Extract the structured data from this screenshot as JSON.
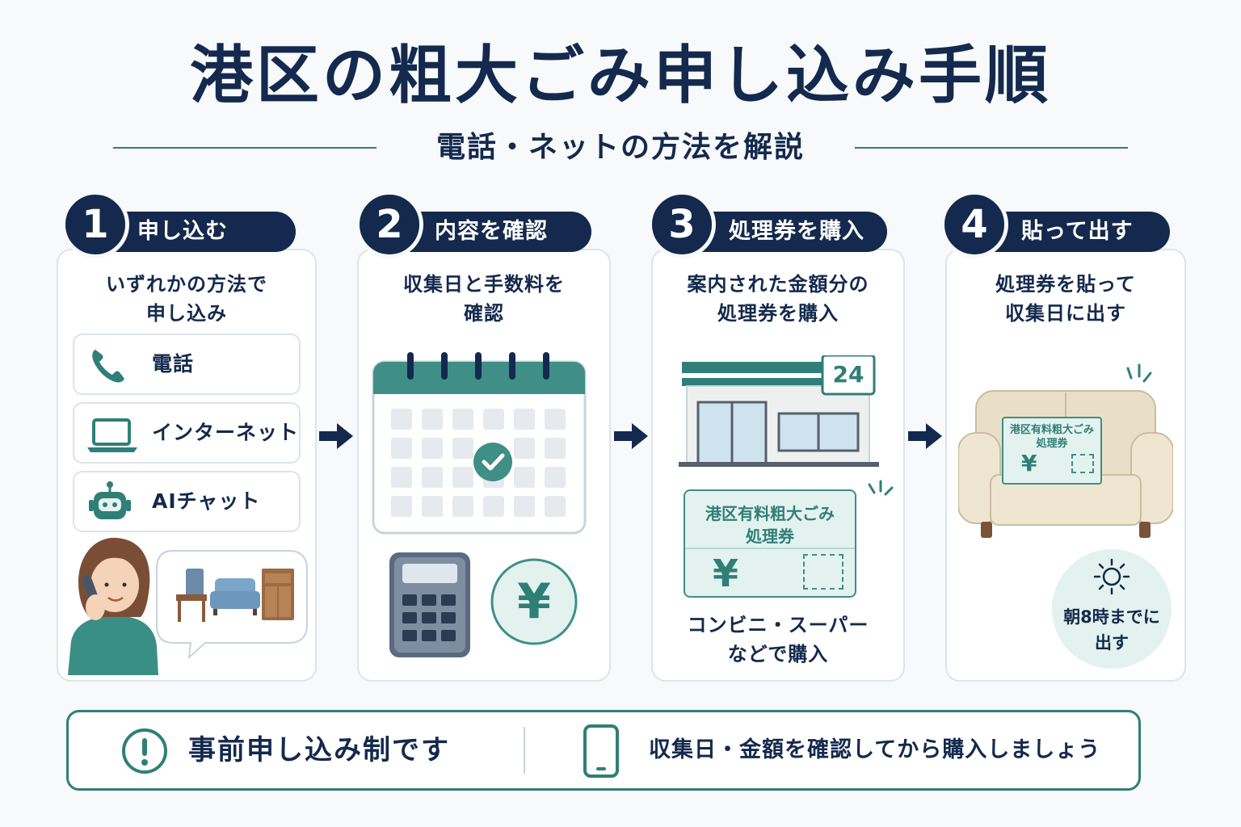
{
  "header": {
    "title": "港区の粗大ごみ申し込み手順",
    "subtitle": "電話・ネットの方法を解説"
  },
  "steps": [
    {
      "number": "1",
      "label": "申し込む",
      "description_lines": [
        "いずれかの方法で",
        "申し込み"
      ],
      "methods": [
        {
          "label": "電話",
          "icon": "phone-icon"
        },
        {
          "label": "インターネット",
          "icon": "laptop-icon"
        },
        {
          "label": "AIチャット",
          "icon": "robot-icon"
        }
      ]
    },
    {
      "number": "2",
      "label": "内容を確認",
      "description_lines": [
        "収集日と手数料を",
        "確認"
      ],
      "yen_symbol": "¥"
    },
    {
      "number": "3",
      "label": "処理券を購入",
      "description_lines": [
        "案内された金額分の",
        "処理券を購入"
      ],
      "store_sign": "24",
      "ticket": {
        "lines": [
          "港区有料粗大ごみ",
          "処理券"
        ],
        "yen": "¥"
      },
      "note_lines": [
        "コンビニ・スーパー",
        "などで購入"
      ]
    },
    {
      "number": "4",
      "label": "貼って出す",
      "description_lines": [
        "処理券を貼って",
        "収集日に出す"
      ],
      "ticket": {
        "lines": [
          "港区有料粗大ごみ",
          "処理券"
        ],
        "yen": "¥"
      },
      "deadline_lines": [
        "朝8時までに",
        "出す"
      ]
    }
  ],
  "notice": {
    "left_text": "事前申し込み制です",
    "right_text": "収集日・金額を確認してから購入しましょう"
  },
  "colors": {
    "navy": "#14294d",
    "teal": "#2f7f78",
    "light_teal": "#e3f2ee"
  }
}
